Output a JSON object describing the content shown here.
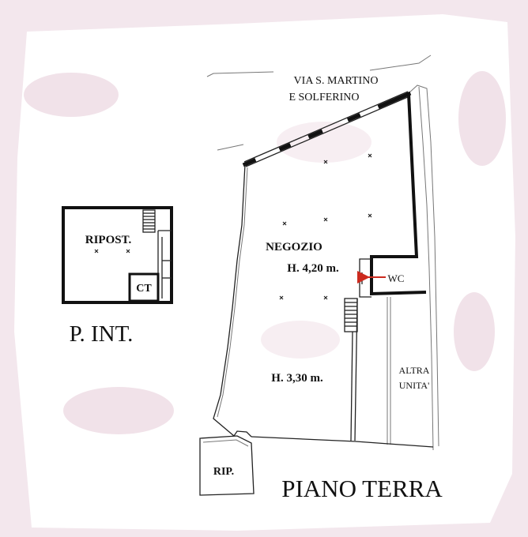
{
  "street": {
    "line1": "VIA S. MARTINO",
    "line2": "E SOLFERINO"
  },
  "mezzanine": {
    "storage_label": "RIPOST.",
    "ct_label": "CT",
    "level_label": "P. INT."
  },
  "ground": {
    "shop_label": "NEGOZIO",
    "height_front": "H. 4,20 m.",
    "wc_label": "WC",
    "height_rear": "H. 3,30 m.",
    "other_unit_line1": "ALTRA",
    "other_unit_line2": "UNITA'",
    "storage_label": "RIP.",
    "level_label": "PIANO TERRA"
  },
  "colors": {
    "wall": "#111111",
    "arrow": "#cc2a1e",
    "paper": "#ffffff",
    "background": "#f3e7ed"
  }
}
